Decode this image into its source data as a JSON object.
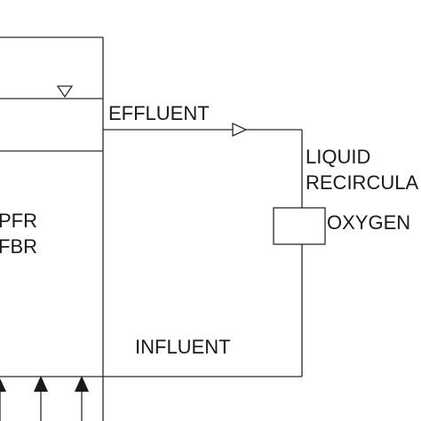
{
  "labels": {
    "effluent": "EFFLUENT",
    "liquid": "LIQUID",
    "recirculation": "RECIRCULA",
    "oxygen": "OXYGEN",
    "reactor_line1": "PFR",
    "reactor_line2": "FBR",
    "influent": "INFLUENT"
  },
  "icons": {
    "water_level": "inverted-triangle-water-level-icon",
    "effluent_flow": "open-arrowhead-icon",
    "upflow": "solid-up-arrow-icon"
  },
  "colors": {
    "line": "#2a2a2a",
    "text": "#1a1a1a",
    "background": "#ffffff"
  }
}
